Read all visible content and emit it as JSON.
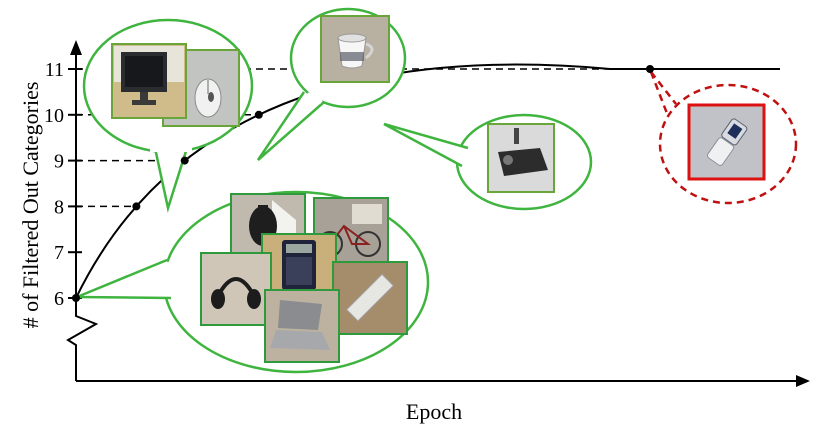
{
  "chart_data": {
    "type": "line",
    "title": "",
    "xlabel": "Epoch",
    "ylabel": "# of Filtered Out Categories",
    "y_ticks": [
      "6",
      "7",
      "8",
      "9",
      "10",
      "11"
    ],
    "ylim": [
      6,
      11.2
    ],
    "grid": false,
    "series": [
      {
        "name": "",
        "marked_points": [
          {
            "y": 6
          },
          {
            "y": 8
          },
          {
            "y": 9
          },
          {
            "y": 10
          },
          {
            "y": 11
          }
        ]
      }
    ],
    "callouts": [
      {
        "items": [
          "monitor",
          "mouse"
        ],
        "border": "#7aae3c"
      },
      {
        "items": [
          "mug"
        ],
        "border": "#7aae3c"
      },
      {
        "items": [
          "projector"
        ],
        "border": "#7aae3c"
      },
      {
        "items": [
          "flip-phone"
        ],
        "border": "#cc1111"
      },
      {
        "items": [
          "backpack",
          "bicycle",
          "calculator",
          "headphones",
          "keyboard",
          "laptop"
        ],
        "border": "#2e9a3c"
      }
    ],
    "colors": {
      "bubble_stroke": "#3fb43f",
      "green_frame": "#22a03a",
      "red_frame": "#dd1111",
      "curve": "#000000"
    }
  }
}
